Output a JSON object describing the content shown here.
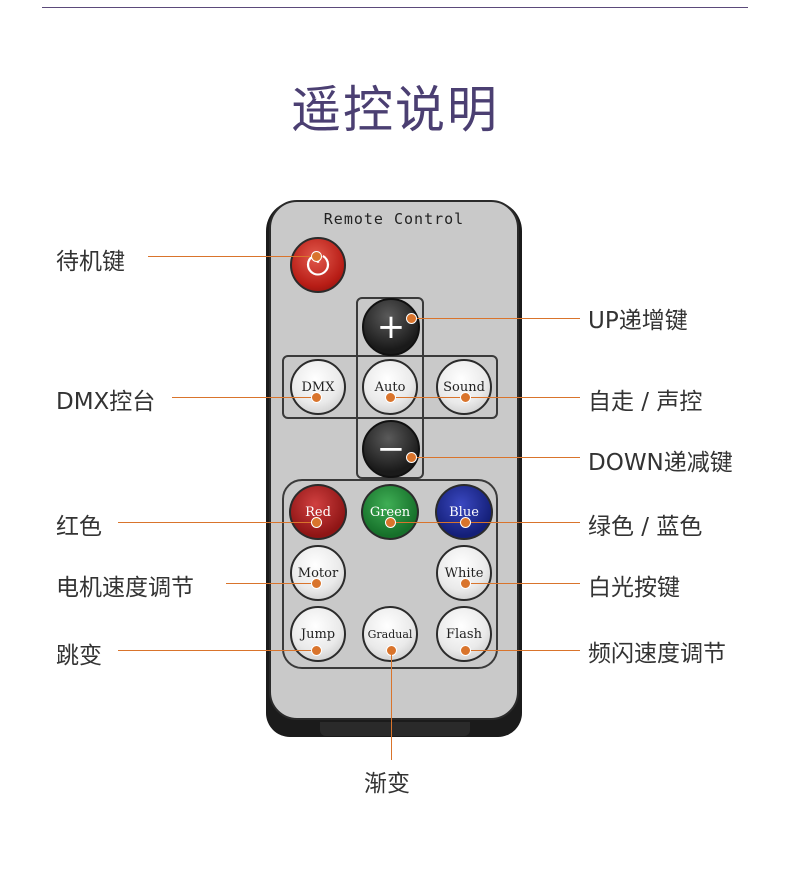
{
  "page_title": "遥控说明",
  "remote": {
    "brand": "Remote Control",
    "buttons": {
      "power_symbol": "⏻",
      "up_symbol": "+",
      "down_symbol": "−",
      "dmx": "DMX",
      "auto": "Auto",
      "sound": "Sound",
      "red": "Red",
      "green": "Green",
      "blue": "Blue",
      "motor": "Motor",
      "white": "White",
      "jump": "Jump",
      "gradual": "Gradual",
      "flash": "Flash"
    }
  },
  "labels": {
    "standby": "待机键",
    "up": "UP递增键",
    "dmx": "DMX控台",
    "auto_sound": "自走 / 声控",
    "down": "DOWN递减键",
    "red": "红色",
    "green_blue": "绿色 / 蓝色",
    "motor_speed": "电机速度调节",
    "white": "白光按键",
    "jump": "跳变",
    "flash_speed": "频闪速度调节",
    "gradual": "渐变"
  },
  "colors": {
    "accent": "#d9742c",
    "title": "#4b3f72"
  }
}
